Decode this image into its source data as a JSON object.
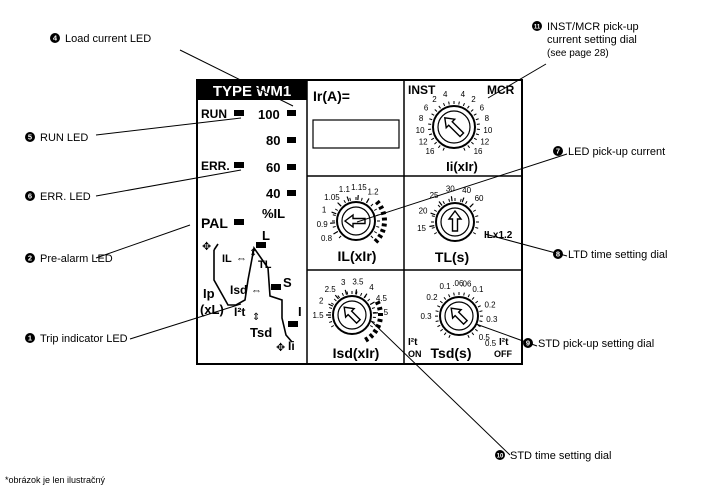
{
  "panel": {
    "title": "TYPE WM1",
    "run": "RUN",
    "err": "ERR.",
    "pal": "PAL",
    "load_levels": [
      "100",
      "80",
      "60",
      "40"
    ],
    "percent_label": "%IL",
    "ir_label": "Ir(A)=",
    "curve": {
      "l": "L",
      "il": "IL",
      "tl": "TL",
      "s": "S",
      "isd": "Isd",
      "ip": "Ip",
      "xl": "(xL)",
      "i2t": "I²t",
      "tsd": "Tsd",
      "i": "I",
      "ii": "Ii"
    },
    "dials": {
      "il": {
        "label": "IL(xIr)",
        "ticks": [
          "0.8",
          "0.9",
          "1",
          "1.05",
          "1.1",
          "1.15",
          "1.2"
        ]
      },
      "tl": {
        "label": "TL(s)",
        "sub_label": "ILx1.2",
        "ticks": [
          "15",
          "20",
          "25",
          "30",
          "40",
          "60"
        ]
      },
      "ii": {
        "label": "Ii(xIr)",
        "inst": "INST",
        "mcr": "MCR",
        "left_ticks": [
          "4",
          "2",
          "6",
          "8",
          "10",
          "12",
          "16"
        ],
        "right_ticks": [
          "4",
          "2",
          "6",
          "8",
          "10",
          "12",
          "16"
        ]
      },
      "isd": {
        "label": "Isd(xIr)",
        "ticks": [
          "1.5",
          "2",
          "2.5",
          "3",
          "3.5",
          "4",
          "4.5",
          "5"
        ]
      },
      "tsd": {
        "label": "Tsd(s)",
        "left_ticks": [
          "0.3",
          "0.2",
          "0.1",
          ".06"
        ],
        "right_ticks": [
          ".06",
          "0.1",
          "0.2",
          "0.3",
          "0.5"
        ],
        "bottom_left_tick": "0.5",
        "on_label": "ON",
        "off_label": "OFF",
        "i2t": "I²t"
      }
    }
  },
  "callouts": [
    {
      "num": "4",
      "text": "Load current LED"
    },
    {
      "num": "5",
      "text": "RUN LED"
    },
    {
      "num": "6",
      "text": "ERR. LED"
    },
    {
      "num": "2",
      "text": "Pre-alarm LED"
    },
    {
      "num": "1",
      "text": "Trip indicator LED"
    },
    {
      "num": "11",
      "text": "INST/MCR pick-up",
      "text2": "current setting dial",
      "text3": "(see page 28)"
    },
    {
      "num": "7",
      "text": "LED pick-up current"
    },
    {
      "num": "8",
      "text": "LTD time setting dial"
    },
    {
      "num": "9",
      "text": "STD pick-up setting dial"
    },
    {
      "num": "10",
      "text": "STD time setting dial"
    }
  ],
  "footnote": "*obrázok je len ilustračný"
}
